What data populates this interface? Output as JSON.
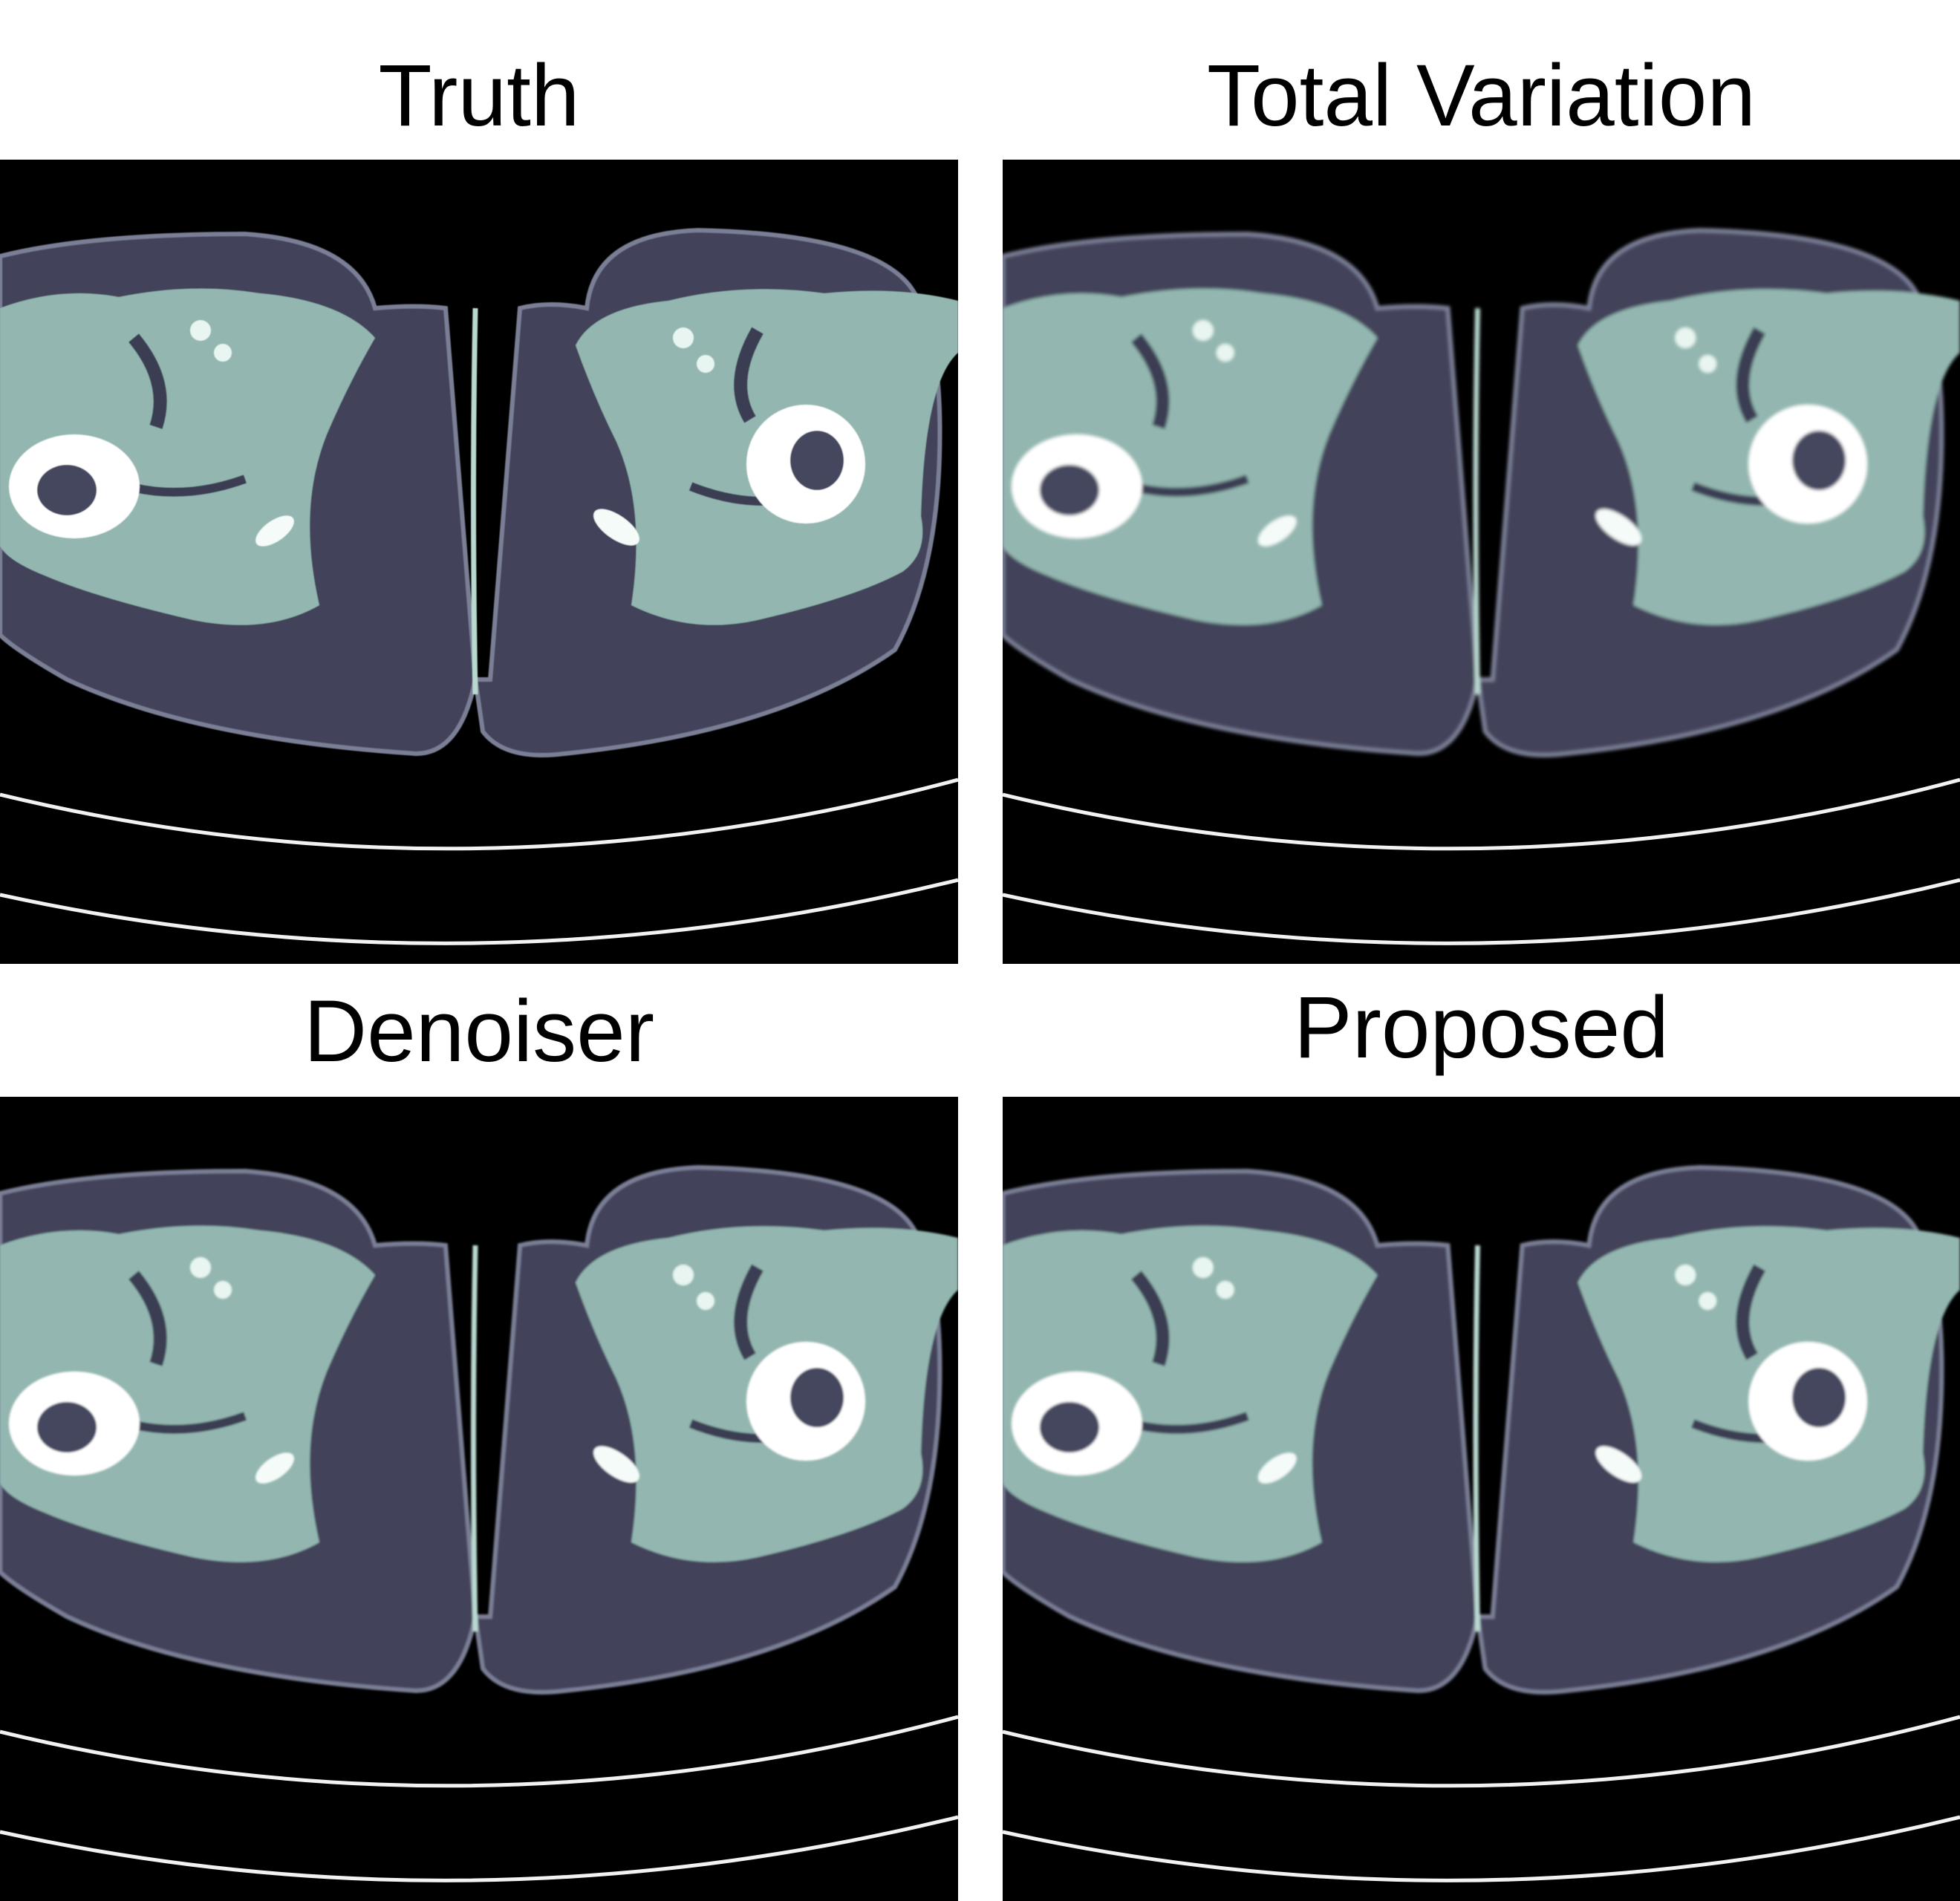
{
  "panels": [
    {
      "title": "Truth"
    },
    {
      "title": "Total Variation"
    },
    {
      "title": "Denoiser"
    },
    {
      "title": "Proposed"
    }
  ]
}
